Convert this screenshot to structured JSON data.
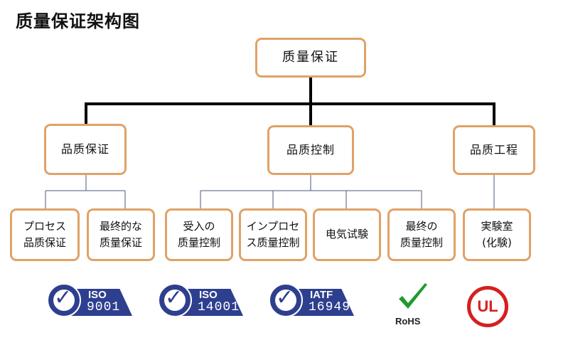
{
  "title": "质量保证架构图",
  "root": "质量保证",
  "groups": [
    {
      "label": "品质保证",
      "children": [
        "プロセス\n品质保证",
        "最终的な\n质量保证"
      ]
    },
    {
      "label": "品质控制",
      "children": [
        "受入の\n质量控制",
        "インプロセ\nス质量控制",
        "电気试験",
        "最终の\n质量控制"
      ]
    },
    {
      "label": "品质工程",
      "children": [
        "実験室\n(化験)"
      ]
    }
  ],
  "certifications": [
    {
      "icon": "iso-9001-badge",
      "line1": "ISO",
      "line2": "9001"
    },
    {
      "icon": "iso-14001-badge",
      "line1": "ISO",
      "line2": "14001"
    },
    {
      "icon": "iatf-16949-badge",
      "line1": "IATF",
      "line2": "16949"
    },
    {
      "icon": "rohs-check-icon",
      "line1": "RoHS"
    },
    {
      "icon": "ul-logo",
      "line1": "UL"
    }
  ],
  "colors": {
    "box_border": "#e0a266",
    "connector": "#000000",
    "iso_blue": "#2e3f8f",
    "rohs_green": "#1f9a2e",
    "ul_red": "#d42020"
  }
}
